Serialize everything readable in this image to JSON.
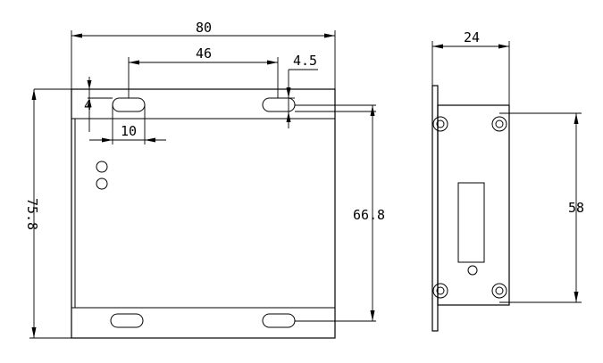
{
  "dimensions": {
    "front_width": "80",
    "slot_spacing": "46",
    "slot_height": "4.5",
    "slot_offset": "4",
    "slot_length": "10",
    "total_height": "75.8",
    "slot_vertical_spacing": "66.8",
    "side_depth": "24",
    "side_hole_spacing": "58"
  }
}
